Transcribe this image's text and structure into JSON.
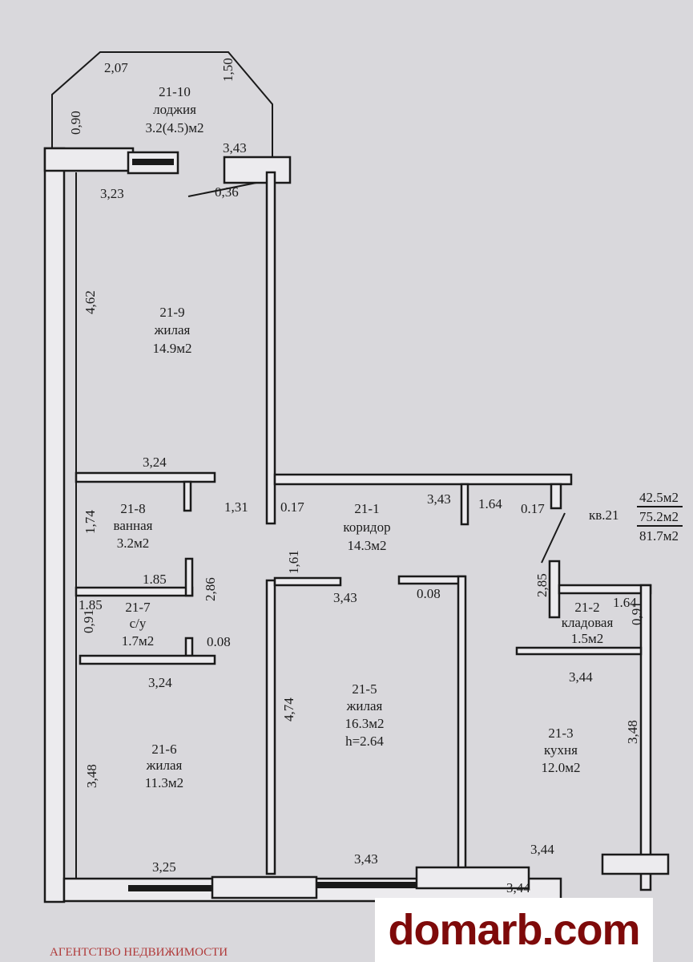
{
  "rooms": {
    "r10": {
      "id": "21-10",
      "name": "лоджия",
      "area": "3.2(4.5)м2"
    },
    "r9": {
      "id": "21-9",
      "name": "жилая",
      "area": "14.9м2"
    },
    "r8": {
      "id": "21-8",
      "name": "ванная",
      "area": "3.2м2"
    },
    "r7": {
      "id": "21-7",
      "name": "с/у",
      "area": "1.7м2"
    },
    "r6": {
      "id": "21-6",
      "name": "жилая",
      "area": "11.3м2"
    },
    "r5": {
      "id": "21-5",
      "name": "жилая",
      "area": "16.3м2",
      "height": "h=2.64"
    },
    "r1": {
      "id": "21-1",
      "name": "коридор",
      "area": "14.3м2"
    },
    "r2": {
      "id": "21-2",
      "name": "кладовая",
      "area": "1.5м2"
    },
    "r3": {
      "id": "21-3",
      "name": "кухня",
      "area": "12.0м2"
    }
  },
  "summary": {
    "apartment": "кв.21",
    "living": "42.5м2",
    "total": "75.2м2",
    "total_with_loggia": "81.7м2"
  },
  "dims": {
    "d207": "2,07",
    "d150": "1,50",
    "d090": "0,90",
    "d343a": "3,43",
    "d323": "3,23",
    "d036": "0,36",
    "d462": "4,62",
    "d324a": "3,24",
    "d174": "1,74",
    "d131": "1,31",
    "d017a": "0.17",
    "d343b": "3,43",
    "d164a": "1.64",
    "d017b": "0.17",
    "d161": "1,61",
    "d343c": "3,43",
    "d008a": "0.08",
    "d285": "2,85",
    "d164b": "1.64",
    "d091a": "0,91",
    "d185a": "1.85",
    "d286": "2,86",
    "d185b": "1.85",
    "d091b": "0,91",
    "d008b": "0.08",
    "d324b": "3,24",
    "d344a": "3,44",
    "d474": "4,74",
    "d348a": "3,48",
    "d348b": "3,48",
    "d325": "3,25",
    "d343d": "3,43",
    "d344b": "3,44",
    "d344c": "3,44"
  },
  "footer": {
    "agency": "АГЕНТСТВО НЕДВИЖИМОСТИ",
    "watermark": "domarb.com"
  }
}
